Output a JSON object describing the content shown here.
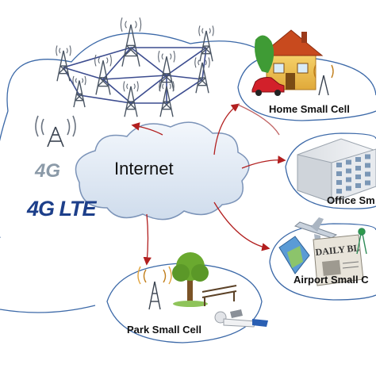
{
  "diagram": {
    "hub": {
      "label": "Internet"
    },
    "technology": {
      "badge": "4G",
      "lte": "4G LTE"
    },
    "cells": [
      {
        "id": "home",
        "label": "Home Small Cell"
      },
      {
        "id": "office",
        "label": "Office Sm"
      },
      {
        "id": "airport",
        "label": "Airport Small C"
      },
      {
        "id": "park",
        "label": "Park Small Cell"
      }
    ],
    "colors": {
      "cloud_fill": "#e3edf7",
      "cloud_stroke": "#7b93b8",
      "link_arrow": "#b21f1f",
      "boundary_line": "#3c69a8",
      "tower": "#4a5563"
    },
    "icons": [
      "cell-tower-icon",
      "house-icon",
      "office-building-icon",
      "newspaper-icon",
      "airplane-icon",
      "tree-icon",
      "bench-icon",
      "person-laptop-icon"
    ]
  }
}
